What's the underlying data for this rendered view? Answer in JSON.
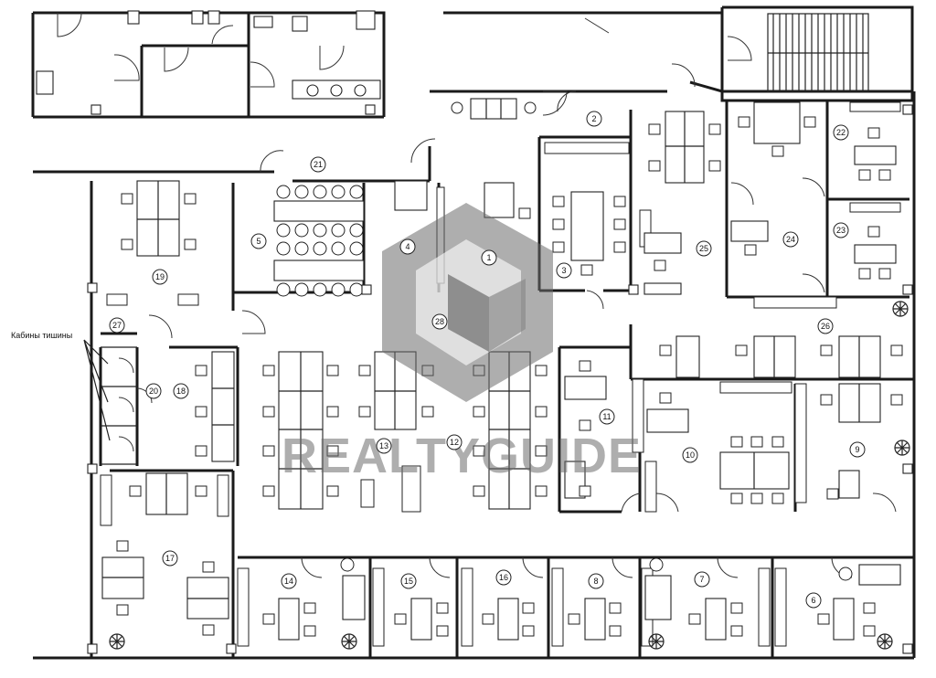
{
  "plan": {
    "cabin_label": "Кабины тишины",
    "watermark_text": "REALTYGUIDE",
    "colors": {
      "line": "#1a1a1a",
      "background": "#ffffff",
      "watermark": "#6b6b6b"
    },
    "rooms": [
      {
        "id": "r1",
        "label": "1"
      },
      {
        "id": "r2",
        "label": "2"
      },
      {
        "id": "r3",
        "label": "3"
      },
      {
        "id": "r4",
        "label": "4"
      },
      {
        "id": "r5",
        "label": "5"
      },
      {
        "id": "r6",
        "label": "6"
      },
      {
        "id": "r7",
        "label": "7"
      },
      {
        "id": "r8",
        "label": "8"
      },
      {
        "id": "r9",
        "label": "9"
      },
      {
        "id": "r10",
        "label": "10"
      },
      {
        "id": "r11",
        "label": "11"
      },
      {
        "id": "r12",
        "label": "12"
      },
      {
        "id": "r13",
        "label": "13"
      },
      {
        "id": "r14",
        "label": "14"
      },
      {
        "id": "r15",
        "label": "15"
      },
      {
        "id": "r16",
        "label": "16"
      },
      {
        "id": "r17",
        "label": "17"
      },
      {
        "id": "r18",
        "label": "18"
      },
      {
        "id": "r19",
        "label": "19"
      },
      {
        "id": "r20",
        "label": "20"
      },
      {
        "id": "r21",
        "label": "21"
      },
      {
        "id": "r22",
        "label": "22"
      },
      {
        "id": "r23",
        "label": "23"
      },
      {
        "id": "r24",
        "label": "24"
      },
      {
        "id": "r25",
        "label": "25"
      },
      {
        "id": "r26",
        "label": "26"
      },
      {
        "id": "r27",
        "label": "27"
      },
      {
        "id": "r28",
        "label": "28"
      }
    ]
  }
}
